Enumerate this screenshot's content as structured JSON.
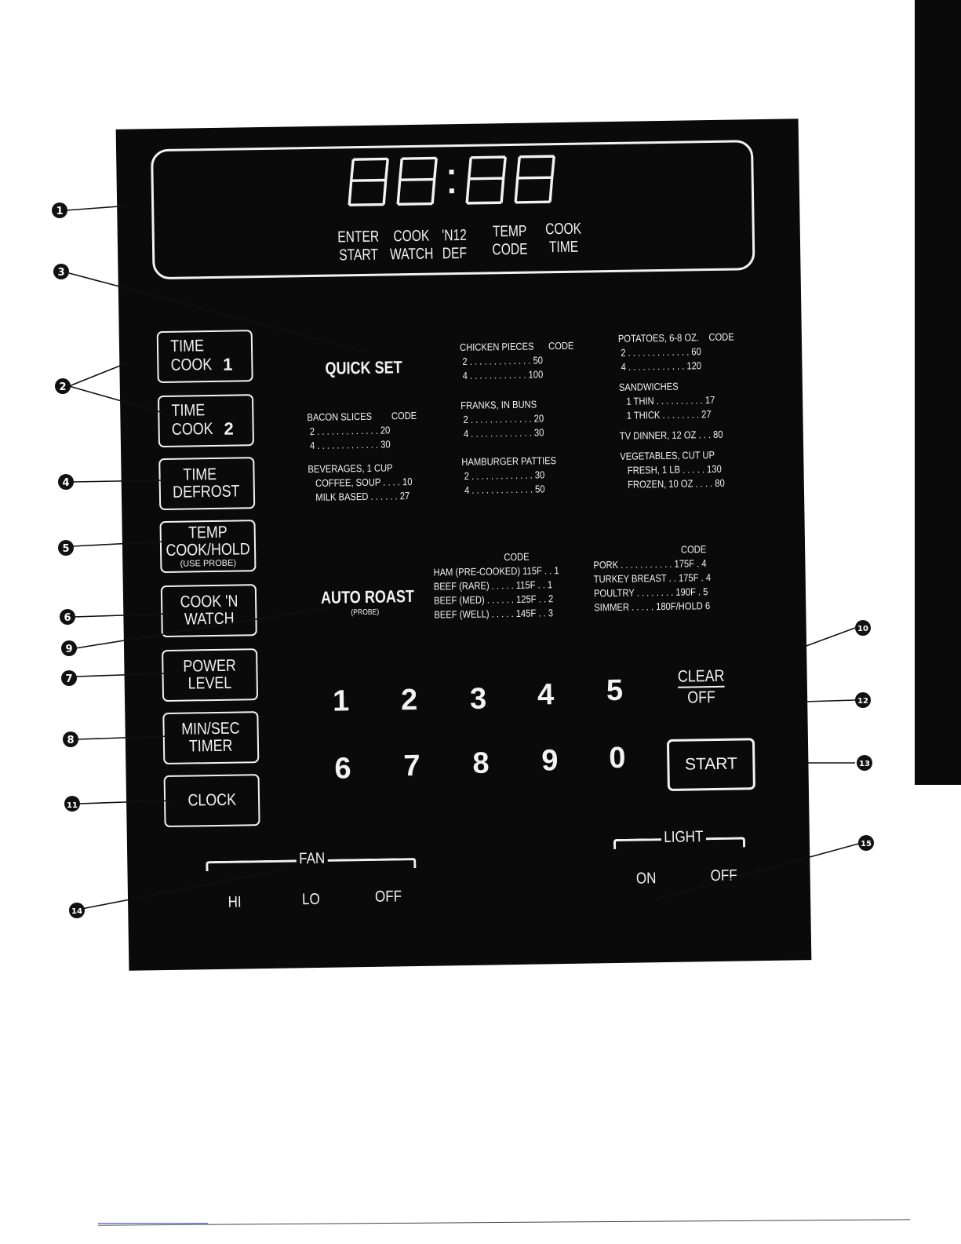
{
  "display": {
    "digits": "88:88",
    "indicators": [
      {
        "top": "ENTER",
        "bottom": "START"
      },
      {
        "top": "COOK",
        "bottom": "WATCH"
      },
      {
        "top": "'N12",
        "bottom": "DEF"
      },
      {
        "top": "TEMP",
        "bottom": "CODE"
      },
      {
        "top": "COOK",
        "bottom": "TIME"
      }
    ]
  },
  "buttons": {
    "time_cook_1": {
      "line1": "TIME",
      "line2": "COOK",
      "num": "1"
    },
    "time_cook_2": {
      "line1": "TIME",
      "line2": "COOK",
      "num": "2"
    },
    "time_defrost": {
      "line1": "TIME",
      "line2": "DEFROST"
    },
    "temp_cook_hold": {
      "line1": "TEMP",
      "line2": "COOK/HOLD",
      "line3": "(USE PROBE)"
    },
    "cook_n_watch": {
      "line1": "COOK 'N",
      "line2": "WATCH"
    },
    "power_level": {
      "line1": "POWER",
      "line2": "LEVEL"
    },
    "min_sec_timer": {
      "line1": "MIN/SEC",
      "line2": "TIMER"
    },
    "clock": {
      "line1": "CLOCK"
    }
  },
  "quick_set": {
    "title": "QUICK SET",
    "bacon": "BACON SLICES        CODE\n 2 . . . . . . . . . . . . . 20\n 4 . . . . . . . . . . . . . 30",
    "beverages": "BEVERAGES, 1 CUP\n   COFFEE, SOUP . . . . 10\n   MILK BASED . . . . . . 27",
    "chicken": "CHICKEN PIECES      CODE\n 2 . . . . . . . . . . . . . 50\n 4 . . . . . . . . . . . . 100",
    "franks": "FRANKS, IN BUNS\n 2 . . . . . . . . . . . . . 20\n 4 . . . . . . . . . . . . . 30",
    "hamburger": "HAMBURGER PATTIES\n 2 . . . . . . . . . . . . . 30\n 4 . . . . . . . . . . . . . 50",
    "potatoes": "POTATOES, 6-8 OZ.    CODE\n 2 . . . . . . . . . . . . . 60\n 4 . . . . . . . . . . . . 120",
    "sandwiches": "SANDWICHES\n   1 THIN . . . . . . . . . . 17\n   1 THICK . . . . . . . . 27",
    "tv_dinner": "TV DINNER, 12 OZ . . . 80",
    "vegetables": "VEGETABLES, CUT UP\n   FRESH, 1 LB . . . . . 130\n   FROZEN, 10 OZ . . . . 80"
  },
  "auto_roast": {
    "title": "AUTO ROAST",
    "subtitle": "(PROBE)",
    "col1": "                             CODE\nHAM (PRE-COOKED) 115F . . 1\nBEEF (RARE) . . . . . 115F . . 1\nBEEF (MED) . . . . . . 125F . . 2\nBEEF (WELL) . . . . . 145F . . 3",
    "col2": "                                    CODE\nPORK . . . . . . . . . . . 175F . 4\nTURKEY BREAST . . 175F . 4\nPOULTRY . . . . . . . . 190F . 5\nSIMMER . . . . . 180F/HOLD 6"
  },
  "keypad": [
    "1",
    "2",
    "3",
    "4",
    "5",
    "6",
    "7",
    "8",
    "9",
    "0"
  ],
  "clear_off": {
    "line1": "CLEAR",
    "line2": "OFF"
  },
  "start": "START",
  "fan": {
    "label": "FAN",
    "hi": "HI",
    "lo": "LO",
    "off": "OFF"
  },
  "light": {
    "label": "LIGHT",
    "on": "ON",
    "off": "OFF"
  },
  "callouts": [
    "1",
    "2",
    "3",
    "4",
    "5",
    "6",
    "7",
    "8",
    "9",
    "10",
    "11",
    "12",
    "13",
    "14",
    "15"
  ]
}
